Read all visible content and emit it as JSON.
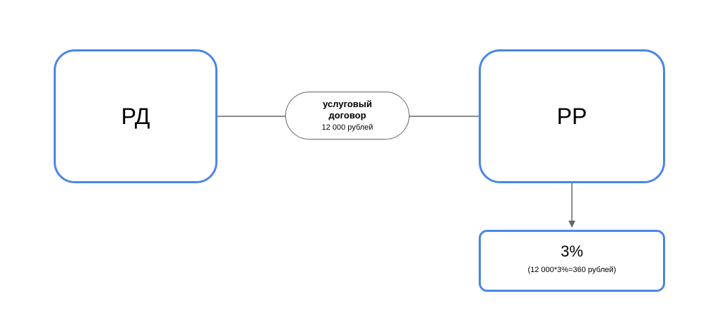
{
  "diagram": {
    "nodes": {
      "rd": {
        "label": "РД"
      },
      "rr": {
        "label": "РР"
      },
      "contract": {
        "line1": "услуговый",
        "line2": "договор",
        "amount": "12 000 рублей"
      },
      "percent": {
        "value": "3%",
        "calculation": "(12 000*3%=360 рублей)"
      }
    },
    "edges": [
      {
        "from": "rd",
        "to": "contract",
        "arrow": false
      },
      {
        "from": "contract",
        "to": "rr",
        "arrow": false
      },
      {
        "from": "rr",
        "to": "percent",
        "arrow": true
      }
    ],
    "colors": {
      "box_border": "#4a86e8",
      "pill_border": "#666666",
      "connector": "#666666",
      "text": "#000000"
    }
  }
}
